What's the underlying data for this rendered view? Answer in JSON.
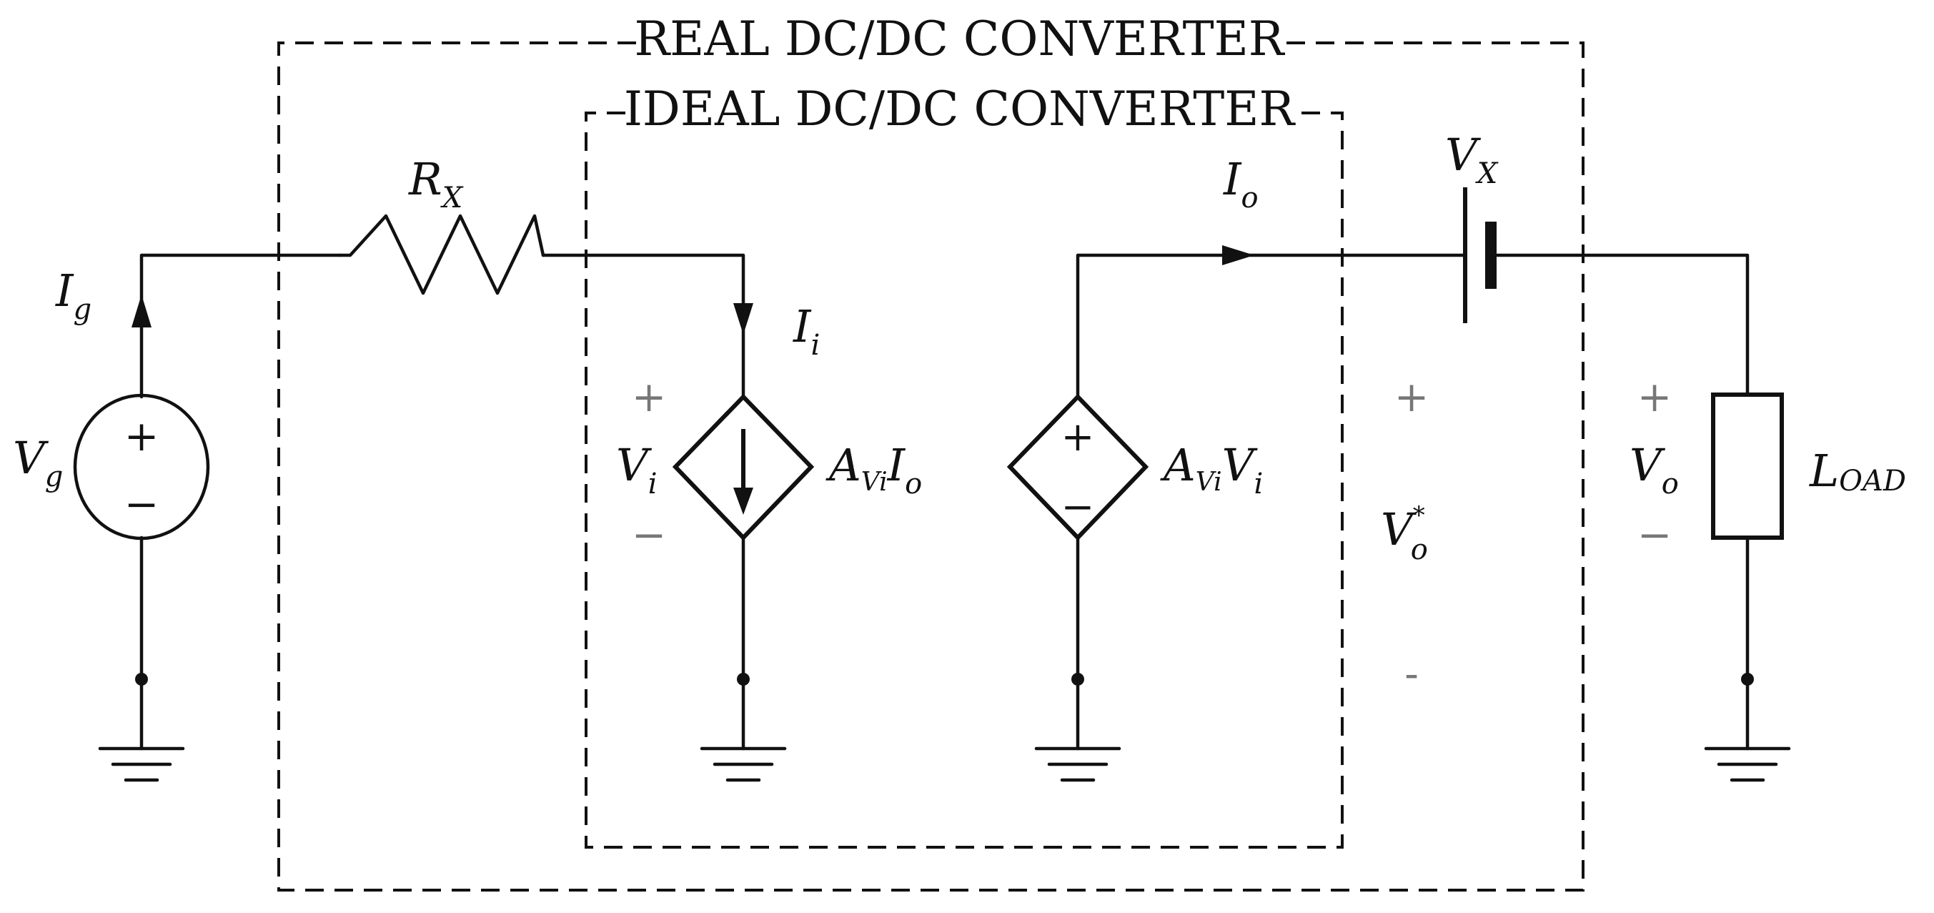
{
  "boxes": {
    "real_title": "REAL DC/DC CONVERTER",
    "ideal_title": "IDEAL DC/DC CONVERTER"
  },
  "labels": {
    "vg_base": "V",
    "vg_sub": "g",
    "ig_base": "I",
    "ig_sub": "g",
    "rx_base": "R",
    "rx_sub": "X",
    "ii_base": "I",
    "ii_sub": "i",
    "vi_base": "V",
    "vi_sub": "i",
    "ccs_a": "A",
    "ccs_a_sub": "Vi",
    "ccs_i": "I",
    "ccs_i_sub": "o",
    "io_base": "I",
    "io_sub": "o",
    "vcvs_a": "A",
    "vcvs_a_sub": "Vi",
    "vcvs_v": "V",
    "vcvs_v_sub": "i",
    "vx_base": "V",
    "vx_sub": "X",
    "vostar_base": "V",
    "vostar_sub": "o",
    "vostar_sup": "*",
    "vo_base": "V",
    "vo_sub": "o",
    "load_base": "L",
    "load_sub": "OAD"
  },
  "signs": {
    "plus": "+",
    "minus": "−",
    "dash": "-"
  }
}
